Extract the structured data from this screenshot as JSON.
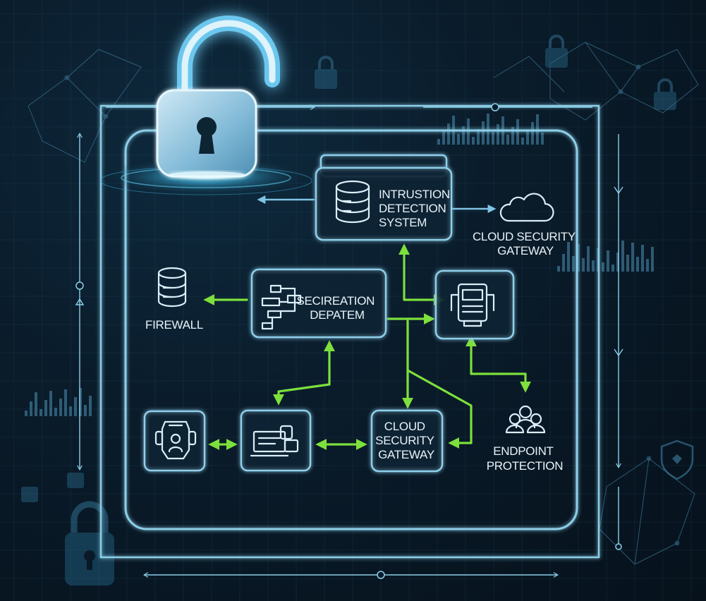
{
  "nodes": {
    "ids": {
      "label_lines": [
        "INTRUSTION",
        "DETECTION",
        "SYSTEM"
      ],
      "icon": "server-stack-icon"
    },
    "cloud_top": {
      "label_lines": [
        "CLOUD SECURITY",
        "GATEWAY"
      ],
      "icon": "cloud-icon"
    },
    "firewall": {
      "label_lines": [
        "FIREWALL"
      ],
      "icon": "database-icon"
    },
    "center": {
      "label_lines": [
        "SECIREATION",
        "DEPATEM"
      ],
      "icon": "flowchart-icon"
    },
    "terminal": {
      "label_lines": [],
      "icon": "terminal-icon"
    },
    "robot": {
      "label_lines": [],
      "icon": "robot-icon"
    },
    "workstation": {
      "label_lines": [],
      "icon": "workstation-icon"
    },
    "cloud_bottom": {
      "label_lines": [
        "CLOUD",
        "SECURITY",
        "GATEWAY"
      ],
      "icon": "none"
    },
    "endpoint": {
      "label_lines": [
        "ENDPOINT",
        "PROTECTION"
      ],
      "icon": "users-icon"
    }
  },
  "decorations": [
    "unlocked-padlock-icon",
    "padlock-icon",
    "shield-icon",
    "network-mesh",
    "bar-chart"
  ],
  "colors": {
    "background": "#07131e",
    "frame": "#8ccfe8",
    "connector_green": "#7de03c",
    "connector_blue": "#7fc4e4",
    "text": "#e8f2f8"
  }
}
